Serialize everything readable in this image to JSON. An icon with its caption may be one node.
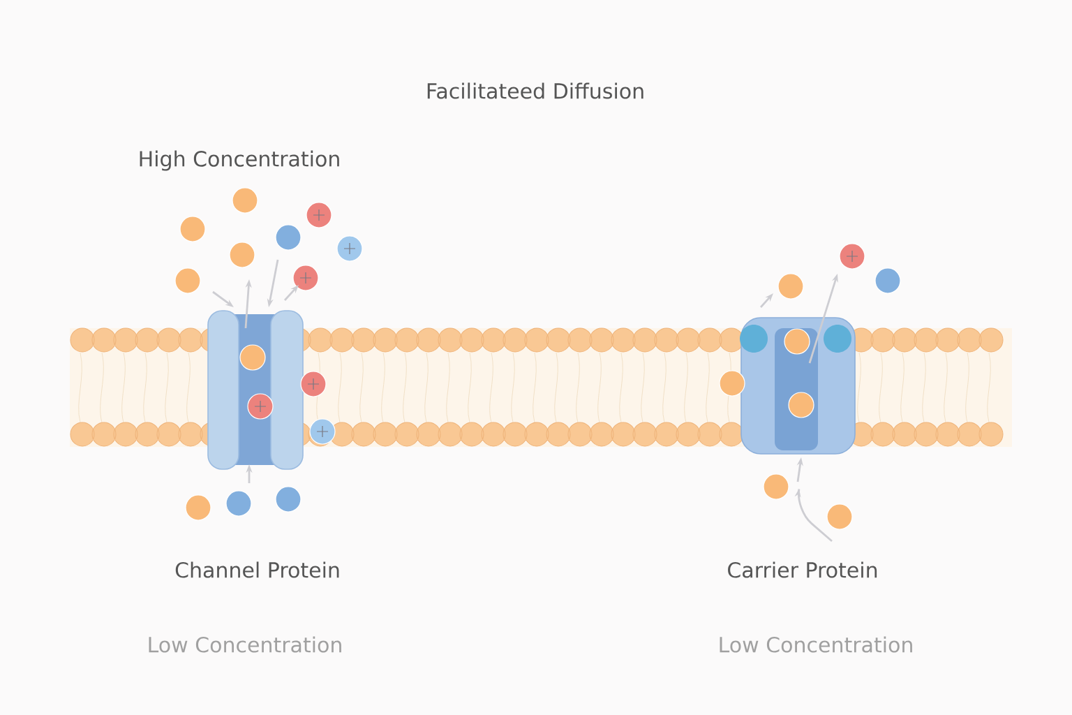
{
  "diagram": {
    "title": "Facilitateed Diffusion",
    "labels": [
      "High Concentration",
      "Channel Protein",
      "Carrier Protein",
      "Low Concentration",
      "Low Concentration"
    ]
  }
}
